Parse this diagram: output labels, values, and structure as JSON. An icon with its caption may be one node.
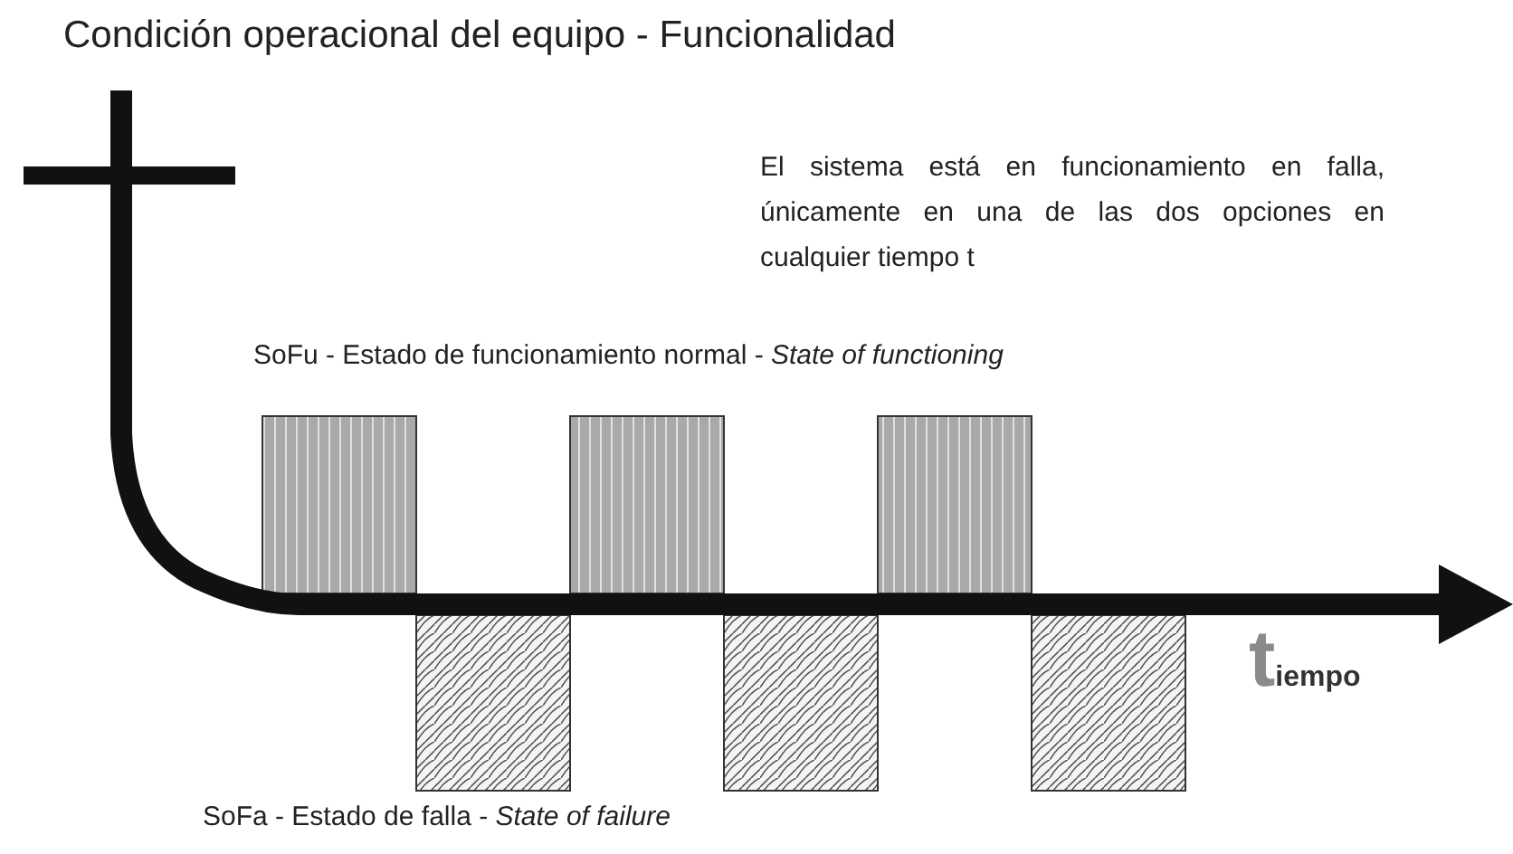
{
  "diagram": {
    "title": "Condición operacional del equipo - Funcionalidad",
    "labels": [
      "El sistema está en funcionamiento en falla, únicamente en una de las dos opciones en cualquier tiempo t",
      "SoFu - Estado de funcionamiento normal - *State of functioning*",
      "SoFa - Estado de falla - *State of failure*",
      "tiempo"
    ]
  }
}
